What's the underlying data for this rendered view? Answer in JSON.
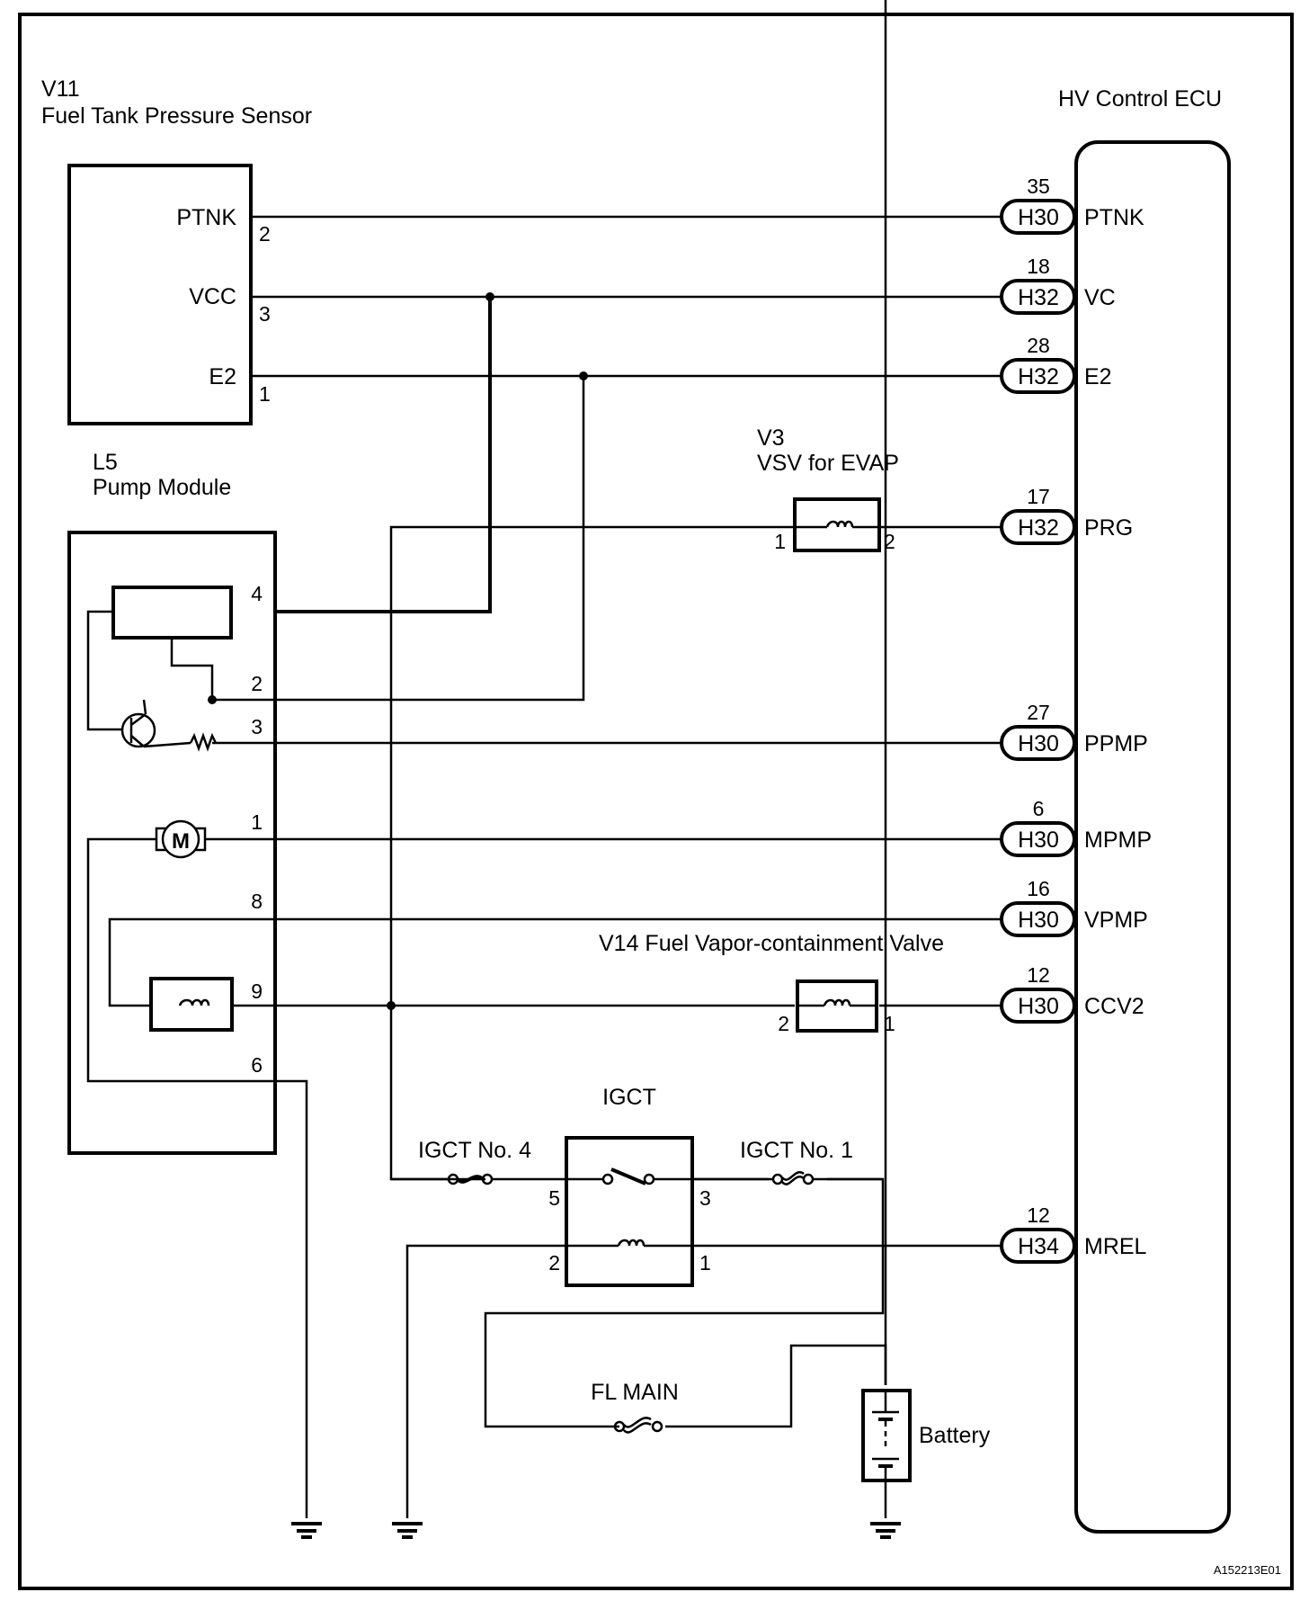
{
  "figure_id": "A152213E01",
  "components": {
    "v11": {
      "code": "V11",
      "name": "Fuel Tank Pressure Sensor",
      "pins": [
        {
          "label": "PTNK",
          "number": "2"
        },
        {
          "label": "VCC",
          "number": "3"
        },
        {
          "label": "E2",
          "number": "1"
        }
      ]
    },
    "l5": {
      "code": "L5",
      "name": "Pump Module",
      "pins": [
        "4",
        "2",
        "3",
        "1",
        "8",
        "9",
        "6"
      ]
    },
    "v3": {
      "code": "V3",
      "name": "VSV for EVAP",
      "pin_left": "1",
      "pin_right": "2"
    },
    "v14": {
      "title": "V14  Fuel Vapor-containment Valve",
      "pin_left": "2",
      "pin_right": "1"
    },
    "igct": {
      "name": "IGCT",
      "pin_5": "5",
      "pin_3": "3",
      "pin_2": "2",
      "pin_1": "1"
    },
    "fuses": {
      "igct4": "IGCT No. 4",
      "igct1": "IGCT No. 1",
      "flmain": "FL MAIN"
    },
    "battery": {
      "name": "Battery"
    },
    "ecu": {
      "name": "HV Control ECU",
      "terminals": [
        {
          "pin": "35",
          "connector": "H30",
          "signal": "PTNK"
        },
        {
          "pin": "18",
          "connector": "H32",
          "signal": "VC"
        },
        {
          "pin": "28",
          "connector": "H32",
          "signal": "E2"
        },
        {
          "pin": "17",
          "connector": "H32",
          "signal": "PRG"
        },
        {
          "pin": "27",
          "connector": "H30",
          "signal": "PPMP"
        },
        {
          "pin": "6",
          "connector": "H30",
          "signal": "MPMP"
        },
        {
          "pin": "16",
          "connector": "H30",
          "signal": "VPMP"
        },
        {
          "pin": "12",
          "connector": "H30",
          "signal": "CCV2"
        },
        {
          "pin": "12",
          "connector": "H34",
          "signal": "MREL"
        }
      ]
    },
    "motor": {
      "symbol": "M"
    }
  }
}
